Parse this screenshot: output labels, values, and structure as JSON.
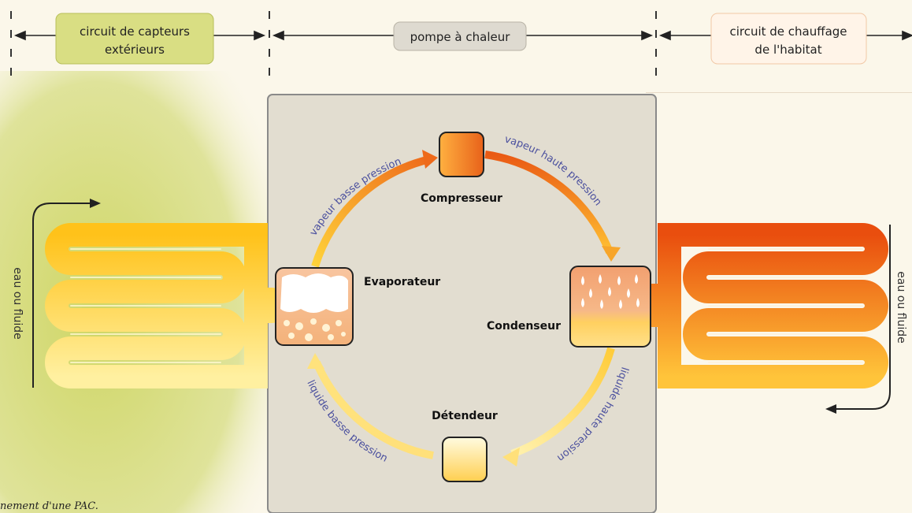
{
  "header": {
    "outdoor_label_line1": "circuit de capteurs",
    "outdoor_label_line2": "extérieurs",
    "pump_label": "pompe à chaleur",
    "home_label_line1": "circuit de chauffage",
    "home_label_line2": "de l'habitat"
  },
  "components": {
    "compressor": "Compresseur",
    "evaporator": "Evaporateur",
    "condenser": "Condenseur",
    "expander": "Détendeur"
  },
  "flows": {
    "low_pressure_vapor": "vapeur basse pression",
    "high_pressure_vapor": "vapeur haute pression",
    "high_pressure_liquid": "liquide haute pression",
    "low_pressure_liquid": "liquide basse pression"
  },
  "sides": {
    "left_fluid": "eau ou fluide",
    "right_fluid": "eau ou fluide"
  },
  "caption": "nement d'une PAC.",
  "colors": {
    "outdoor_zone": "#d8dc7e",
    "pump_zone": "#e2ddd0",
    "home_zone": "#fdf0e4",
    "loop_orange": "#f08a1e",
    "loop_yellow": "#ffd23c",
    "flow_text": "#4a4f9e"
  }
}
